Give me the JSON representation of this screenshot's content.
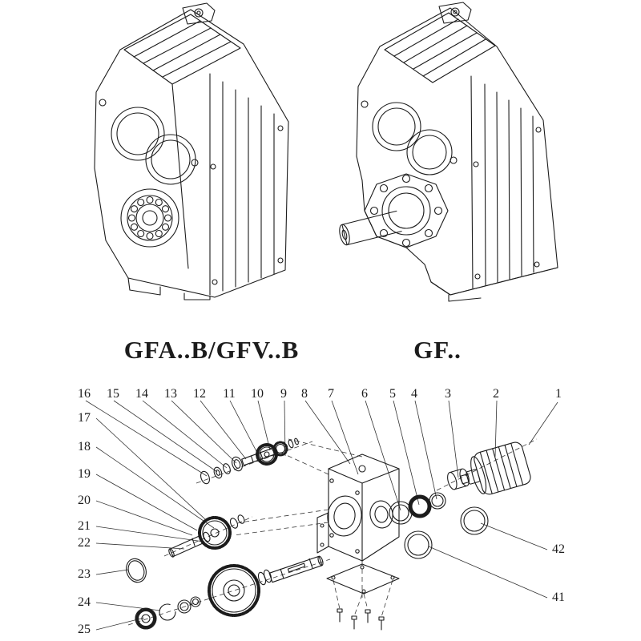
{
  "captions": {
    "left": "GFA..B/GFV..B",
    "right": "GF.."
  },
  "exploded": {
    "top_row": [
      "16",
      "15",
      "14",
      "13",
      "12",
      "11",
      "10",
      "9",
      "8",
      "7",
      "6",
      "5",
      "4",
      "3",
      "2",
      "1"
    ],
    "left_col": [
      "17",
      "18",
      "19",
      "20",
      "21",
      "22",
      "23",
      "24",
      "25"
    ],
    "right_col": [
      "42",
      "41"
    ]
  },
  "colors": {
    "line": "#1c1c1c",
    "leader": "#333333",
    "background": "#ffffff"
  }
}
